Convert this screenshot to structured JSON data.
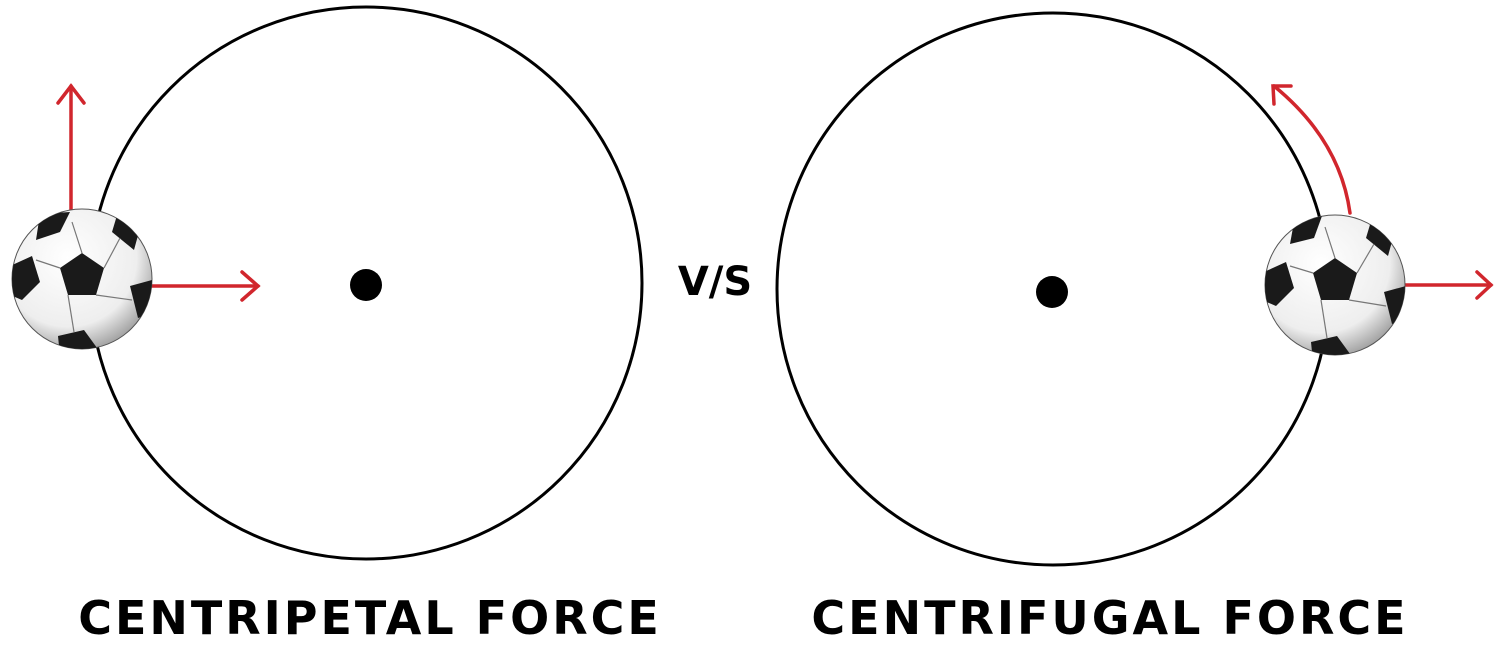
{
  "labels": {
    "left_caption": "CENTRIPETAL FORCE",
    "right_caption": "CENTRIFUGAL FORCE",
    "versus": "V/S"
  },
  "colors": {
    "arrow": "#d1262d",
    "outline": "#000000",
    "ball_dark": "#1a1a1a",
    "ball_light": "#ffffff",
    "background": "#ffffff"
  },
  "icons": {
    "ball": "soccer-ball-icon"
  }
}
